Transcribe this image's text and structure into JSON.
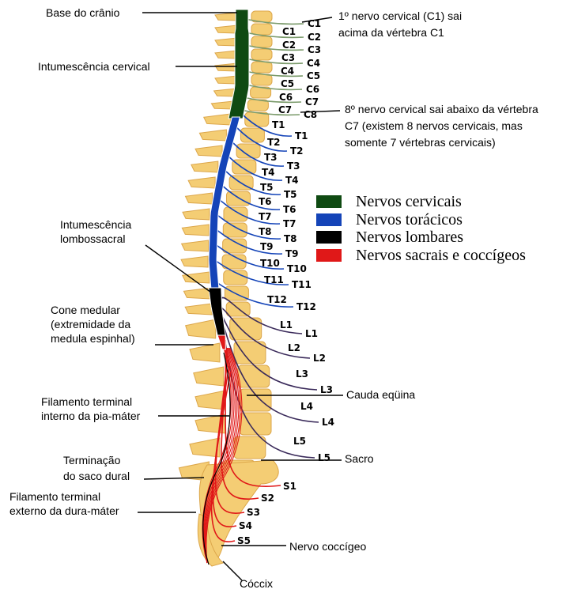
{
  "colors": {
    "bone": "#f4cd74",
    "bone_edge": "#dca64a",
    "cervical": "#0f4a12",
    "thoracic": "#1444b8",
    "lumbar": "#000000",
    "sacral": "#e01818",
    "nerve_cervical": "#7a9a6a",
    "nerve_lumbar": "#3a2a5a",
    "leader": "#000000"
  },
  "legend": [
    {
      "label": "Nervos cervicais",
      "color": "#0f4a12"
    },
    {
      "label": "Nervos torácicos",
      "color": "#1444b8"
    },
    {
      "label": "Nervos lombares",
      "color": "#000000"
    },
    {
      "label": "Nervos sacrais e coccígeos",
      "color": "#e01818"
    }
  ],
  "annotations": {
    "base_cranio": "Base do crânio",
    "intumescencia_cervical": "Intumescência cervical",
    "intumescencia_lombossacral": [
      "Intumescência",
      "lombossacral"
    ],
    "cone_medular": [
      "Cone medular",
      "(extremidade da",
      "medula espinhal)"
    ],
    "filamento_interno": [
      "Filamento terminal",
      "interno da pia-máter"
    ],
    "terminacao_saco": [
      "Terminação",
      "do saco dural"
    ],
    "filamento_externo": [
      "Filamento terminal",
      "externo da dura-máter"
    ],
    "coccix": "Cóccix",
    "c1_note": [
      "1º nervo cervical (C1) sai",
      "acima da vértebra C1"
    ],
    "c8_note": [
      "8º nervo cervical sai abaixo da vértebra",
      "C7 (existem 8 nervos cervicais, mas",
      "somente 7 vértebras cervicais)"
    ],
    "cauda_equina": "Cauda eqüina",
    "sacro": "Sacro",
    "nervo_coccigeo": "Nervo coccígeo"
  },
  "vertebra_labels": [
    "C1",
    "C2",
    "C3",
    "C4",
    "C5",
    "C6",
    "C7",
    "T1",
    "T2",
    "T3",
    "T4",
    "T5",
    "T6",
    "T7",
    "T8",
    "T9",
    "T10",
    "T11",
    "T12",
    "L1",
    "L2",
    "L3",
    "L4",
    "L5"
  ],
  "nerve_labels": [
    "C1",
    "C2",
    "C3",
    "C4",
    "C5",
    "C6",
    "C7",
    "C8",
    "T1",
    "T2",
    "T3",
    "T4",
    "T5",
    "T6",
    "T7",
    "T8",
    "T9",
    "T10",
    "T11",
    "T12",
    "L1",
    "L2",
    "L3",
    "L4",
    "L5",
    "S1",
    "S2",
    "S3",
    "S4",
    "S5"
  ]
}
